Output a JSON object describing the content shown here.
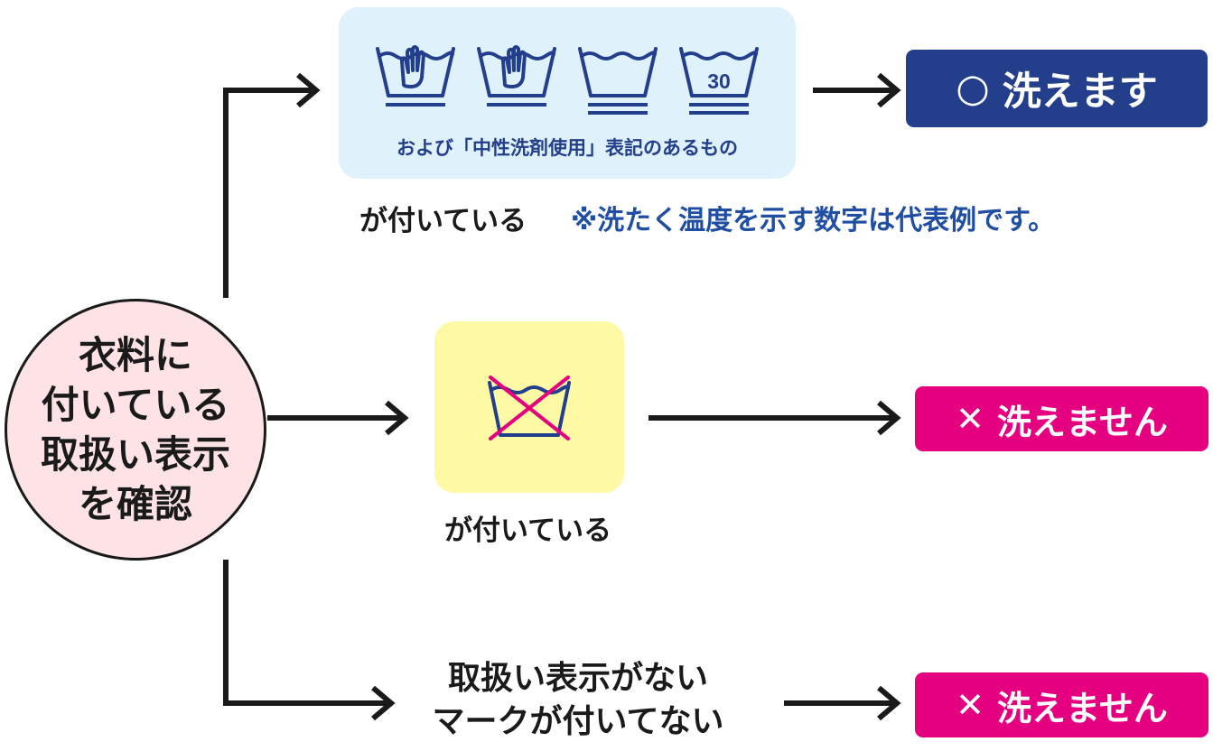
{
  "colors": {
    "line": "#1a1a1a",
    "circle_fill": "#fde3e6",
    "blue_panel": "#dff1fb",
    "yellow_panel": "#fef9a5",
    "symbol_blue": "#233e8b",
    "note_blue": "#1f4ea3",
    "ok_badge": "#233e8b",
    "ng_badge": "#e4007f",
    "cross_red": "#e4007f"
  },
  "start_node": {
    "lines": [
      "衣料に",
      "付いている",
      "取扱い表示",
      "を確認"
    ]
  },
  "branch_washable": {
    "icons": [
      "hand-wash-icon",
      "hand-wash-icon",
      "machine-wash-icon",
      "wash-30-icon"
    ],
    "temperature_label": "30",
    "caption": "および「中性洗剤使用」表記のあるもの",
    "attached_label": "が付いている",
    "note": "※洗たく温度を示す数字は代表例です。",
    "result": {
      "mark": "○",
      "text": "洗えます"
    }
  },
  "branch_not_washable": {
    "icon": "do-not-wash-icon",
    "attached_label": "が付いている",
    "result": {
      "mark": "✕",
      "text": "洗えません"
    }
  },
  "branch_no_label": {
    "lines": [
      "取扱い表示がない",
      "マークが付いてない"
    ],
    "result": {
      "mark": "✕",
      "text": "洗えません"
    }
  }
}
